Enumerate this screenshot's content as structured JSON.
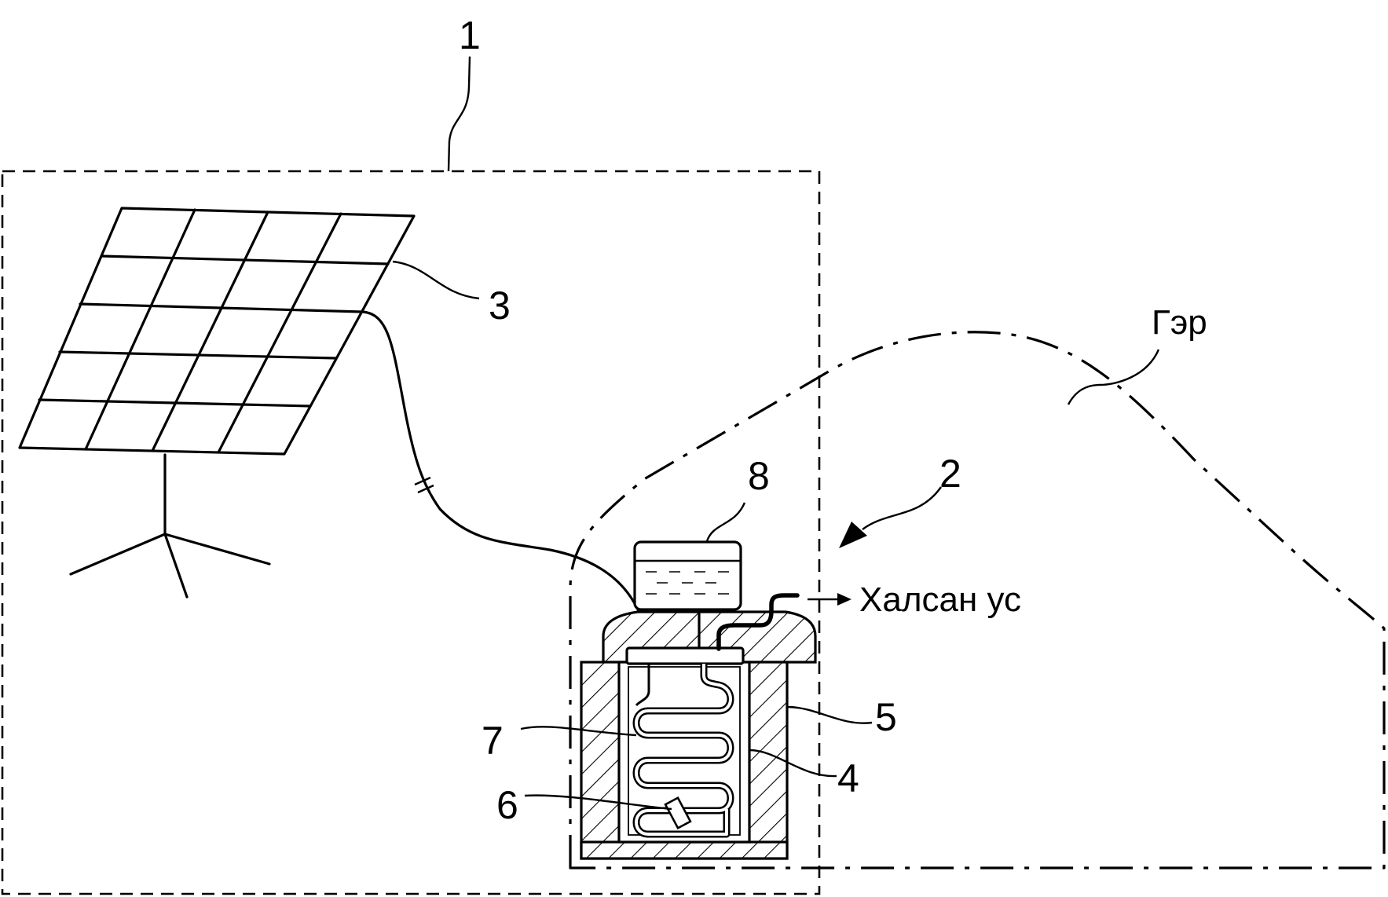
{
  "labels": {
    "system": "1",
    "unit": "2",
    "panel": "3",
    "inner_tank": "4",
    "outer_casing": "5",
    "sensor": "6",
    "coil": "7",
    "reservoir": "8",
    "hot_water": "Халсан ус",
    "ger": "Гэр"
  }
}
